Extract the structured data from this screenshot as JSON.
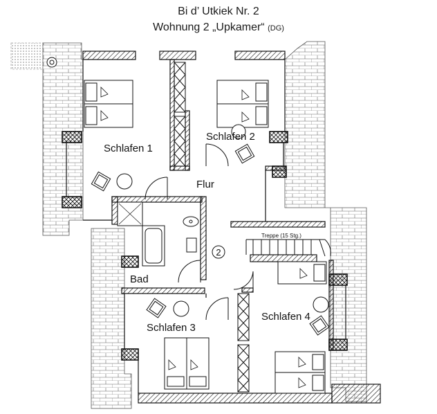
{
  "title": {
    "line1": "Bi d’ Utkiek Nr. 2",
    "line2": "Wohnung 2 „Upkamer“",
    "line2_suffix": "(DG)"
  },
  "rooms": {
    "schlafen1": "Schlafen 1",
    "schlafen2": "Schlafen 2",
    "schlafen3": "Schlafen 3",
    "schlafen4": "Schlafen 4",
    "flur": "Flur",
    "bad": "Bad"
  },
  "stairs_label": "Treppe (15 Stg.)",
  "unit_number": "2",
  "colors": {
    "ink": "#111111",
    "roof_tile": "#555555"
  }
}
